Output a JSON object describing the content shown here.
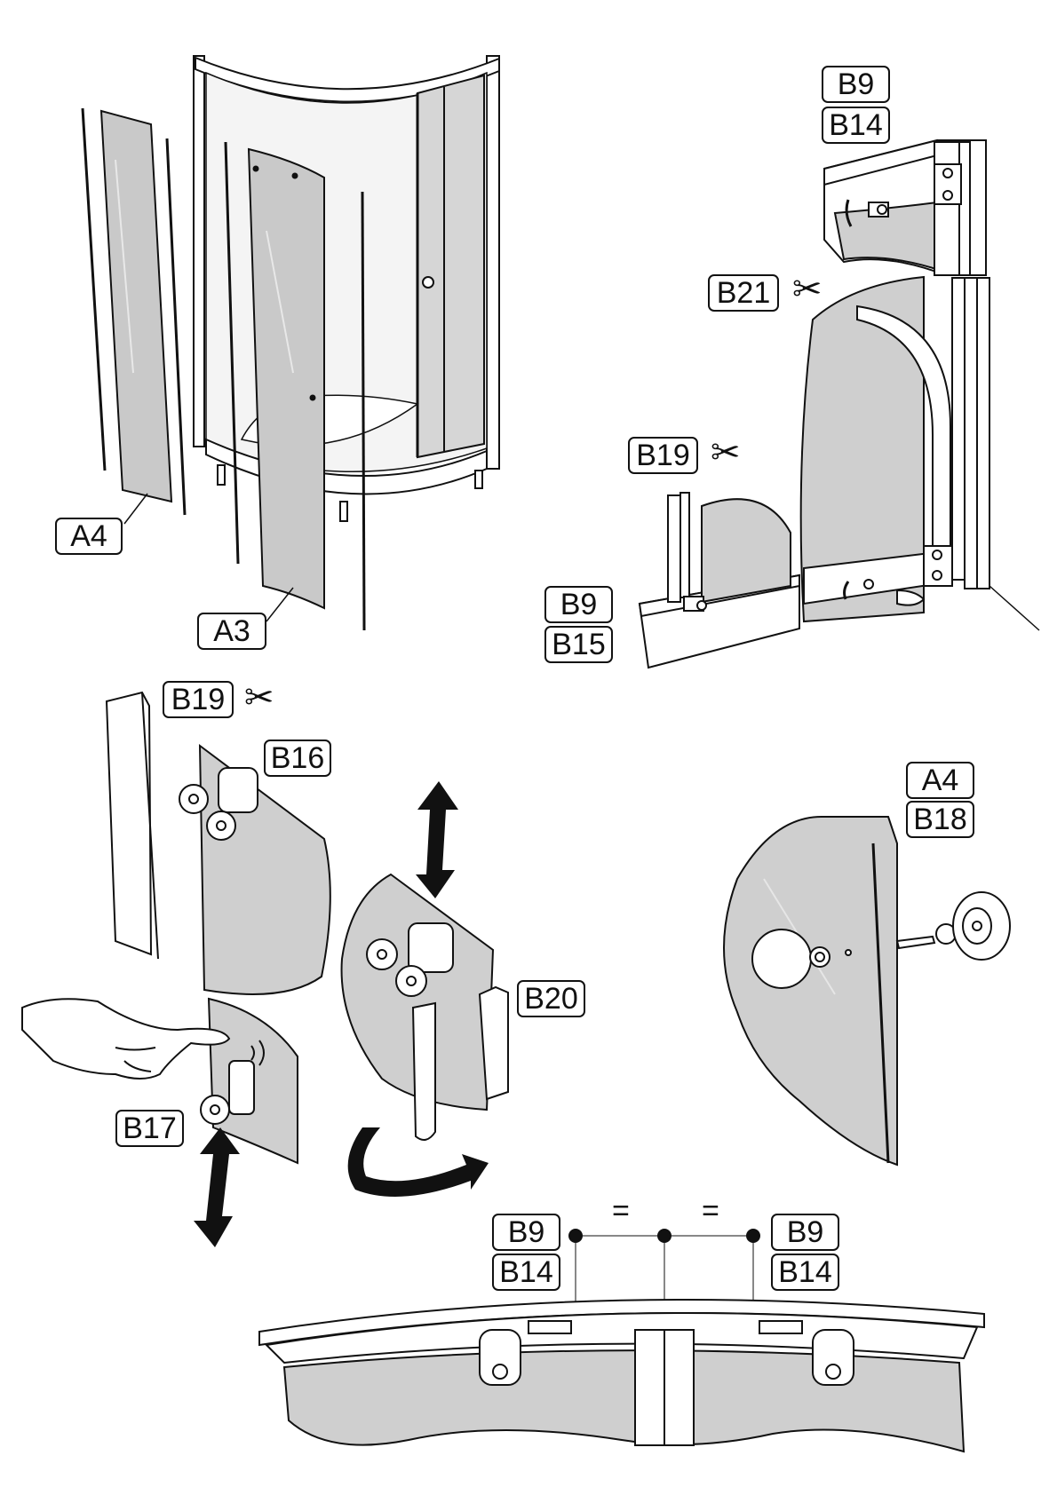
{
  "labels": {
    "a4_top": "A4",
    "a3": "A3",
    "b9_a": "B9",
    "b14_a": "B14",
    "b21": "B21",
    "b19_a": "B19",
    "b9_b": "B9",
    "b15": "B15",
    "b19_b": "B19",
    "b16": "B16",
    "b17": "B17",
    "b20": "B20",
    "a4_b": "A4",
    "b18": "B18",
    "b9_c": "B9",
    "b14_c": "B14",
    "b9_d": "B9",
    "b14_d": "B14",
    "equal_left": "=",
    "equal_right": "="
  },
  "icons": {
    "cut": "✂",
    "colors": {
      "line": "#111111",
      "glass": "#c9c9c9",
      "glass_light": "#e2e2e2",
      "paper": "#ffffff"
    }
  }
}
